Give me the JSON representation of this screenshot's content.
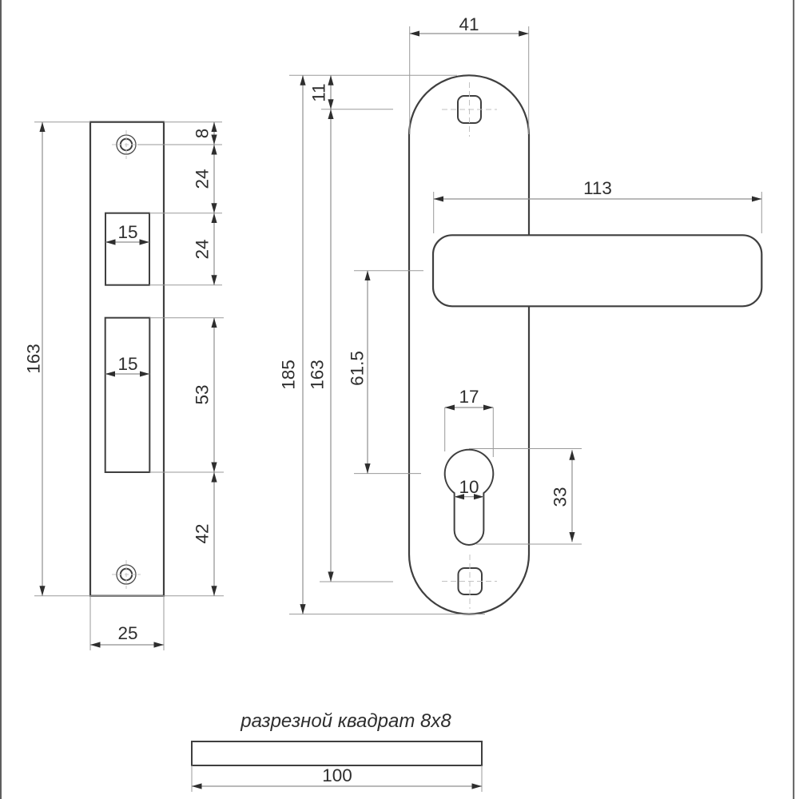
{
  "drawing": {
    "type": "technical-dimension-drawing",
    "views": {
      "strike_plate": {
        "description": "front view of lock strike plate with two rectangular cutouts and two screw holes",
        "dimensions": {
          "height": "163",
          "width": "25",
          "top_to_hole": "8",
          "hole_to_cutout": "24",
          "cutout1_height": "24",
          "cutout1_width": "15",
          "cutout2_width": "15",
          "cutout2_height": "53",
          "cutout_to_bottom": "42"
        }
      },
      "handle_plate": {
        "description": "front view of door handle on oval backplate with lever and euro keyhole",
        "dimensions": {
          "plate_width": "41",
          "top_to_hole": "11",
          "plate_height": "185",
          "hole_span": "163",
          "handle_to_keyhole": "61.5",
          "handle_length": "113",
          "keyhole_diameter": "17",
          "keyhole_slot_width": "10",
          "keyhole_height": "33"
        }
      },
      "square_rod": {
        "caption": "разрезной квадрат 8x8",
        "length": "100"
      }
    },
    "colors": {
      "background": "#ffffff",
      "object_line": "#3f3f3f",
      "dimension_line": "#8f8f8f",
      "arrow": "#2e2e2e",
      "text": "#2e2e2e",
      "centerline": "#c2c2c2",
      "photo_edge": "#4d4d4d"
    }
  }
}
